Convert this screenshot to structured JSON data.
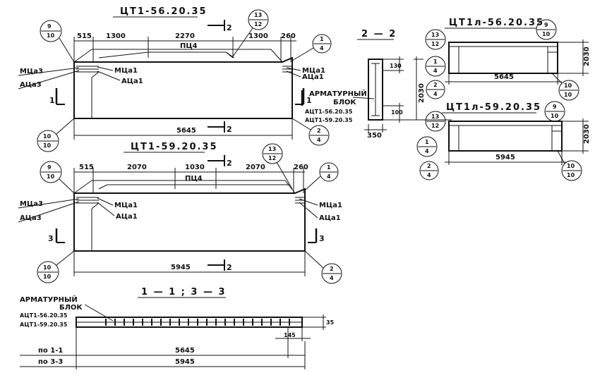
{
  "titles": {
    "ct1_56": "ЦТ1-56.20.35",
    "ct1_59": "ЦТ1-59.20.35",
    "ct1l_56": "ЦТ1л-56.20.35",
    "ct1l_59": "ЦТ1л-59.20.35",
    "section_2_2": "2 — 2",
    "section_1_3": "1 — 1 ; 3 — 3"
  },
  "dims": {
    "d515": "515",
    "d1300": "1300",
    "d2270": "2270",
    "d260": "260",
    "d5645": "5645",
    "d5945": "5945",
    "d2070": "2070",
    "d1030": "1030",
    "d2030": "2030",
    "d350": "350",
    "d130": "130",
    "d100": "100",
    "d145": "145",
    "d35": "35"
  },
  "labels": {
    "pc4": "ПЦ4",
    "mca3": "МЦа3",
    "aca3": "АЦа3",
    "mca1": "МЦа1",
    "aca1": "АЦа1",
    "marker_1": "1",
    "marker_2": "2",
    "marker_3": "3",
    "arm_block": "АРМАТУРНЫЙ",
    "arm_block2": "БЛОК",
    "act56": "АЦТ1-56.20.35",
    "act59": "АЦТ1-59.20.35",
    "po11": "по  1-1",
    "po33": "по  3-3"
  },
  "circles": {
    "c9_10": [
      "9",
      "10"
    ],
    "c10_10": [
      "10",
      "10"
    ],
    "c13_12": [
      "13",
      "12"
    ],
    "c1_4": [
      "1",
      "4"
    ],
    "c2_4": [
      "2",
      "4"
    ]
  }
}
